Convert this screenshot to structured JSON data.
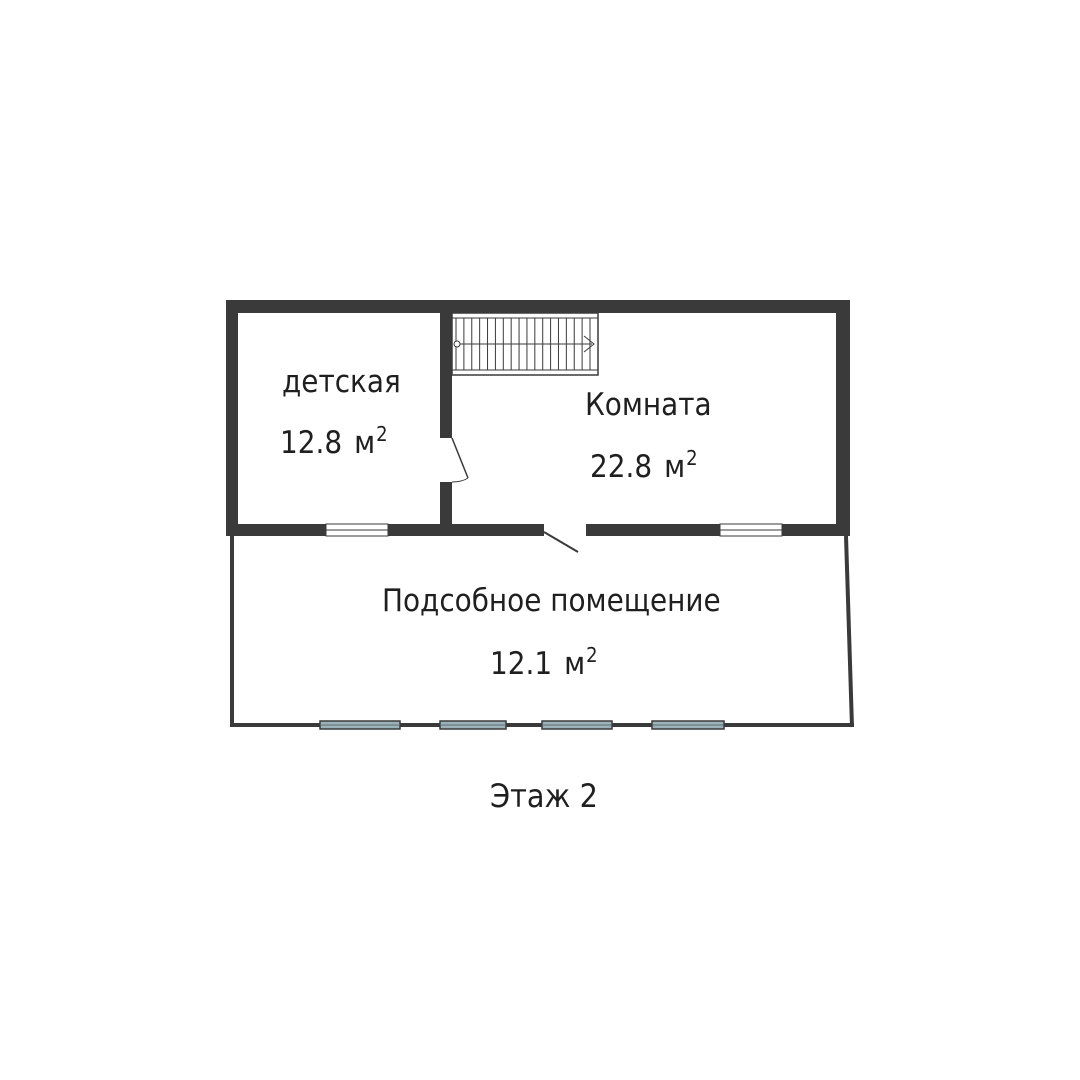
{
  "floor_label": "Этаж 2",
  "rooms": [
    {
      "name": "детская",
      "area": "12.8",
      "unit": "м",
      "unit_sup": "2"
    },
    {
      "name": "Комната",
      "area": "22.8",
      "unit": "м",
      "unit_sup": "2"
    },
    {
      "name": "Подсобное помещение",
      "area": "12.1",
      "unit": "м",
      "unit_sup": "2"
    }
  ],
  "colors": {
    "wall": "#3a3a3a",
    "window_glass": "#9bb3b9",
    "background": "#ffffff",
    "text": "#1f1f1f"
  }
}
